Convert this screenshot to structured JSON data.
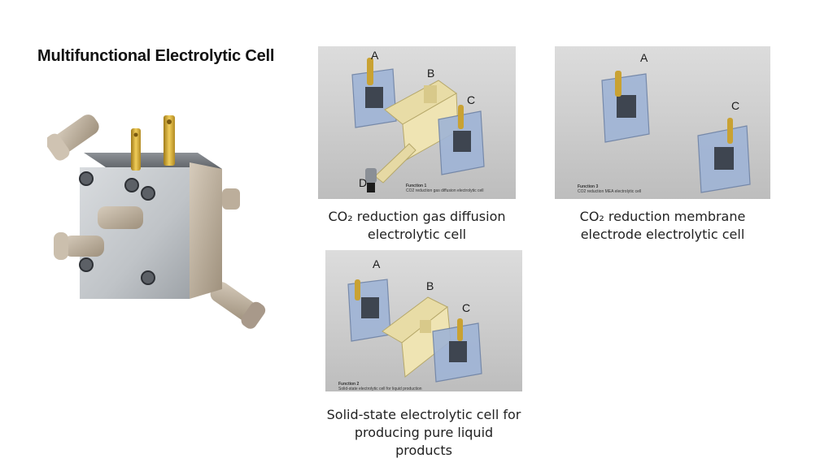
{
  "title": "Multifunctional Electrolytic Cell",
  "panels": {
    "function1": {
      "labels": {
        "a": "A",
        "b": "B",
        "c": "C",
        "d": "D"
      },
      "function_title": "Function 1",
      "function_desc": "CO2 reduction gas diffusion electrolytic cell",
      "caption_line1": "CO₂ reduction gas diffusion",
      "caption_line2": "electrolytic cell"
    },
    "function3": {
      "labels": {
        "a": "A",
        "c": "C"
      },
      "function_title": "Function 3",
      "function_desc": "CO2 reduction MEA electrolytic cell",
      "caption_line1": "CO₂ reduction membrane",
      "caption_line2": "electrode electrolytic cell"
    },
    "function2": {
      "labels": {
        "a": "A",
        "b": "B",
        "c": "C"
      },
      "function_title": "Function 2",
      "function_desc": "Solid-state electrolytic cell for liquid production",
      "caption_line1": "Solid-state electrolytic cell for",
      "caption_line2": "producing pure liquid",
      "caption_line3": "products"
    }
  },
  "colors": {
    "steel": "#bfc3c7",
    "beige_fitting": "#b9ab98",
    "brass": "#c9a233",
    "clear_blue": "#9fb4d6",
    "yellow_spacer": "#e8dca6",
    "panel_bg": "#d2d2d2"
  }
}
